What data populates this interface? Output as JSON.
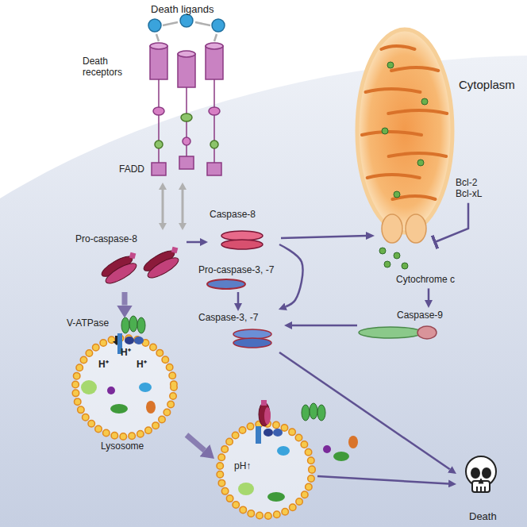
{
  "diagram": {
    "nodes": [
      {
        "text": [
          "FADD"
        ]
      },
      {
        "text": [
          "Pro-caspase-8"
        ]
      },
      {
        "text": [
          "Caspase-8"
        ]
      },
      {
        "text": [
          "Bcl-2 Bcl-xL"
        ]
      },
      {
        "text": [
          "Cytochrome c"
        ]
      },
      {
        "text": [
          "Pro-caspase-3, -7"
        ]
      },
      {
        "text": [
          "Caspase-9"
        ]
      },
      {
        "text": [
          "Caspase-3, -7"
        ]
      },
      {
        "text": [
          "Lysosome"
        ]
      },
      {
        "text": [
          "pH↑"
        ]
      },
      {
        "text": [
          "Death"
        ]
      }
    ],
    "edges": [
      {
        "from": 0,
        "to": 1,
        "arrow": "both"
      },
      {
        "from": 0,
        "to": 1,
        "arrow": "both"
      },
      {
        "from": 1,
        "to": 2,
        "arrow": "to"
      },
      {
        "from": 1,
        "to": 8,
        "arrow": "to"
      },
      {
        "from": 2,
        "to": 7,
        "arrow": "to"
      },
      {
        "from": 5,
        "to": 7,
        "arrow": "to"
      },
      {
        "from": 3,
        "to": 4,
        "arrow": "to"
      },
      {
        "from": 4,
        "to": 6,
        "arrow": "to"
      },
      {
        "from": 6,
        "to": 7,
        "arrow": "to"
      },
      {
        "from": 7,
        "to": 10,
        "arrow": "to"
      },
      {
        "from": 8,
        "to": 9,
        "arrow": "to"
      },
      {
        "from": 9,
        "to": 10,
        "arrow": "to"
      }
    ],
    "labels": [
      "Death ligands",
      "Death receptors",
      "Cytoplasm",
      "V-ATPase",
      "H⁺",
      "H⁺",
      "H⁺"
    ]
  }
}
